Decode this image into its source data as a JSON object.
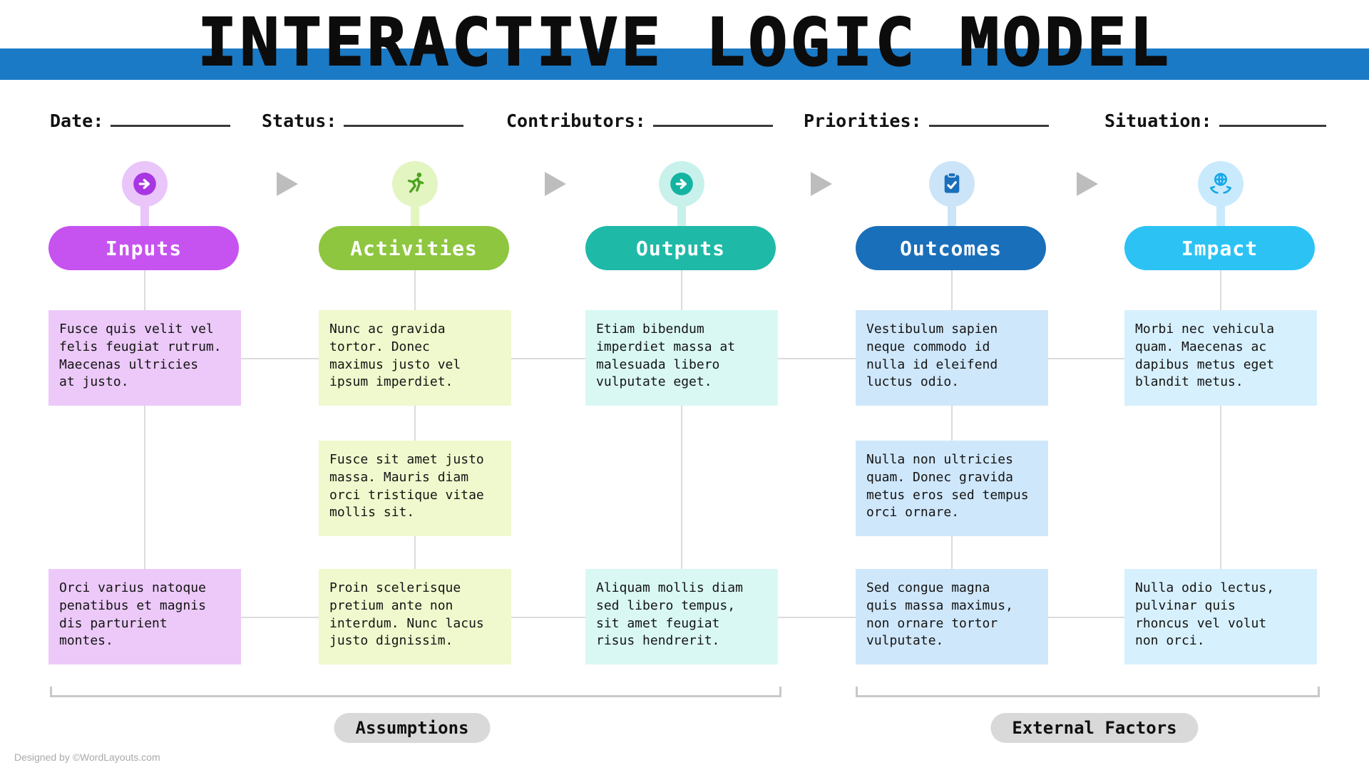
{
  "title": "INTERACTIVE LOGIC MODEL",
  "credit": "Designed by ©WordLayouts.com",
  "fields": [
    {
      "label": "Date:",
      "value": ""
    },
    {
      "label": "Status:",
      "value": ""
    },
    {
      "label": "Contributors:",
      "value": ""
    },
    {
      "label": "Priorities:",
      "value": ""
    },
    {
      "label": "Situation:",
      "value": ""
    }
  ],
  "columns": [
    {
      "label": "Inputs",
      "icon": "arrow-right-circle",
      "color": "#c653ef",
      "boxes": {
        "top": "Fusce quis velit vel\nfelis feugiat rutrum.\nMaecenas ultricies\nat justo.",
        "bottom": "Orci varius natoque\npenatibus et magnis\ndis parturient\nmontes."
      }
    },
    {
      "label": "Activities",
      "icon": "running-person",
      "color": "#8ec63f",
      "boxes": {
        "top": "Nunc ac gravida\ntortor. Donec\nmaximus justo vel\nipsum imperdiet.",
        "middle": "Fusce sit amet justo\nmassa. Mauris diam\norci tristique vitae\nmollis sit.",
        "bottom": "Proin scelerisque\npretium ante non\ninterdum. Nunc lacus\njusto dignissim."
      }
    },
    {
      "label": "Outputs",
      "icon": "arrow-right-circle",
      "color": "#1fb9a7",
      "boxes": {
        "top": "Etiam bibendum\nimperdiet massa at\nmalesuada libero\nvulputate eget.",
        "bottom": "Aliquam mollis diam\nsed libero tempus,\nsit amet feugiat\nrisus hendrerit."
      }
    },
    {
      "label": "Outcomes",
      "icon": "clipboard-check",
      "color": "#1a6fba",
      "boxes": {
        "top": "Vestibulum sapien\nneque commodo id\nnulla id eleifend\nluctus odio.",
        "middle": "Nulla non ultricies\nquam. Donec gravida\nmetus eros sed tempus\norci ornare.",
        "bottom": "Sed congue magna\nquis massa maximus,\nnon ornare tortor\nvulputate."
      }
    },
    {
      "label": "Impact",
      "icon": "hands-globe",
      "color": "#2cc3f4",
      "boxes": {
        "top": "Morbi nec vehicula\nquam. Maecenas ac\ndapibus metus eget\nblandit metus.",
        "bottom": "Nulla odio lectus,\npulvinar quis\nrhoncus vel volut\nnon orci."
      }
    }
  ],
  "annotations": [
    {
      "label": "Assumptions"
    },
    {
      "label": "External Factors"
    }
  ],
  "colors": {
    "header_band": "#1b7ac5",
    "connector": "#dcdcdc",
    "flow_arrow": "#bdbdbd",
    "bracket": "#c8c8c8",
    "annotation_bg": "#d9d9d9"
  }
}
